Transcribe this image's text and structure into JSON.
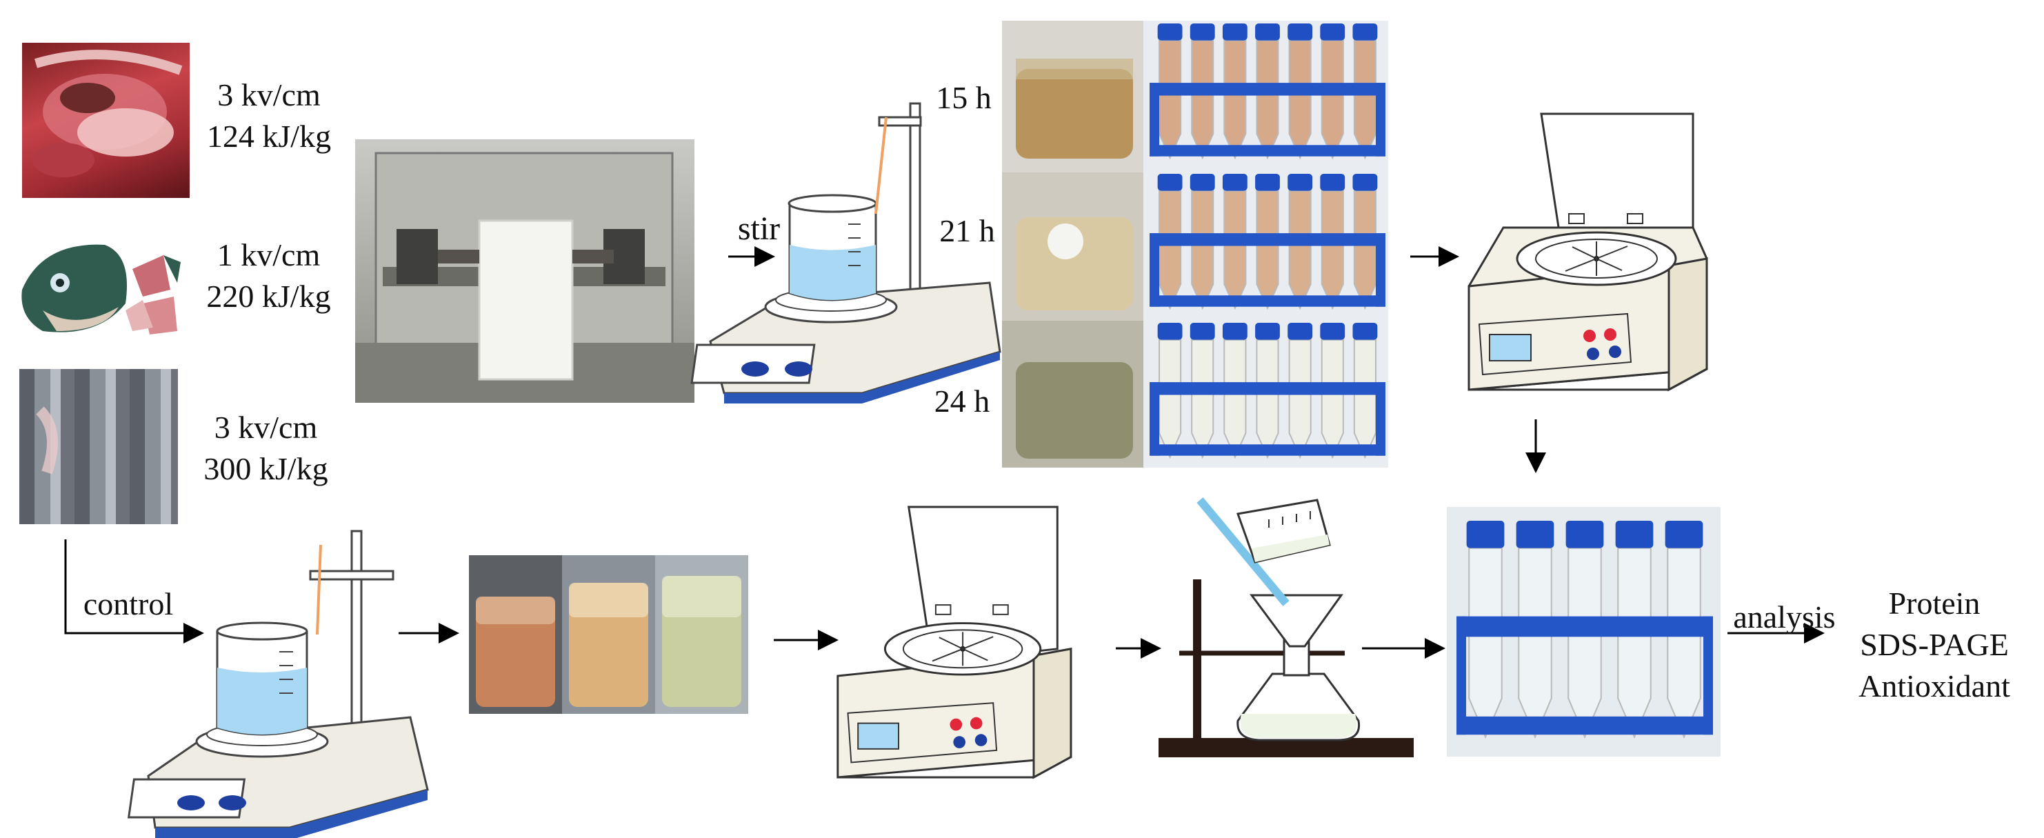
{
  "samples": [
    {
      "field": "3 kv/cm",
      "energy": "124 kJ/kg"
    },
    {
      "field": "1 kv/cm",
      "energy": "220 kJ/kg"
    },
    {
      "field": "3 kv/cm",
      "energy": "300 kJ/kg"
    }
  ],
  "steps": {
    "stir": "stir",
    "control": "control",
    "analysis": "analysis"
  },
  "times": [
    "15 h",
    "21 h",
    "24 h"
  ],
  "outputs": [
    "Protein",
    "SDS-PAGE",
    "Antioxidant"
  ],
  "colors": {
    "rack_blue": "#2456c8",
    "cap_blue": "#1f4fc2",
    "water_blue": "#a9d8f5",
    "stirrer_base": "#2a56b8",
    "hot_plate": "#efece4",
    "centrifuge_body": "#f3f1e6",
    "rod_orange": "#f0a060"
  }
}
